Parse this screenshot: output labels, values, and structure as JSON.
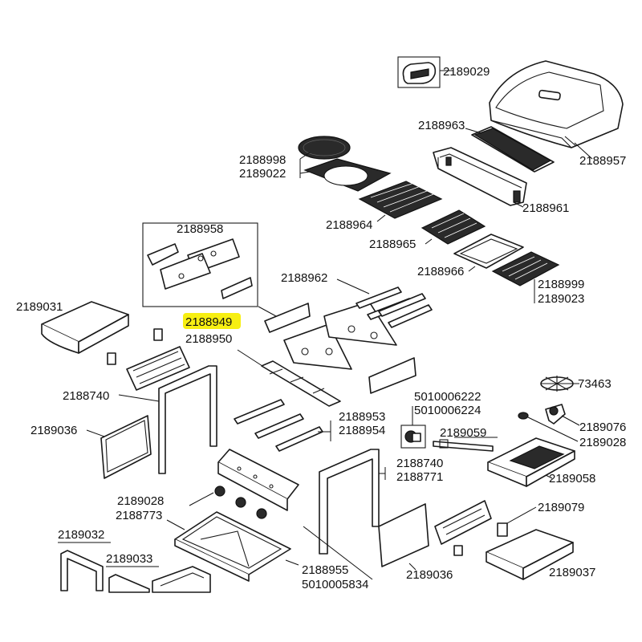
{
  "diagram": {
    "highlight_color": "#f7ef12",
    "labels": {
      "p2189029": "2189029",
      "p2188963": "2188963",
      "p2188957": "2188957",
      "p2188998": "2188998",
      "p2189022": "2189022",
      "p2188961": "2188961",
      "p2188964": "2188964",
      "p2188958": "2188958",
      "p2188965": "2188965",
      "p2188966": "2188966",
      "p2188962": "2188962",
      "p2188999": "2188999",
      "p2189023": "2189023",
      "p2189031": "2189031",
      "p2188949": "2188949",
      "p2188950": "2188950",
      "p2188740a": "2188740",
      "p2189036a": "2189036",
      "p5010006222": "5010006222",
      "p5010006224": "5010006224",
      "p73463": "73463",
      "p2189076": "2189076",
      "p2189059": "2189059",
      "p2189028a": "2189028",
      "p2188953": "2188953",
      "p2188954": "2188954",
      "p2188740b": "2188740",
      "p2188771": "2188771",
      "p2189058": "2189058",
      "p2189028b": "2189028",
      "p2188773": "2188773",
      "p2189079": "2189079",
      "p2189032": "2189032",
      "p2189033": "2189033",
      "p2189036b": "2189036",
      "p2189037": "2189037",
      "p2188955": "2188955",
      "p5010005834": "5010005834"
    }
  }
}
